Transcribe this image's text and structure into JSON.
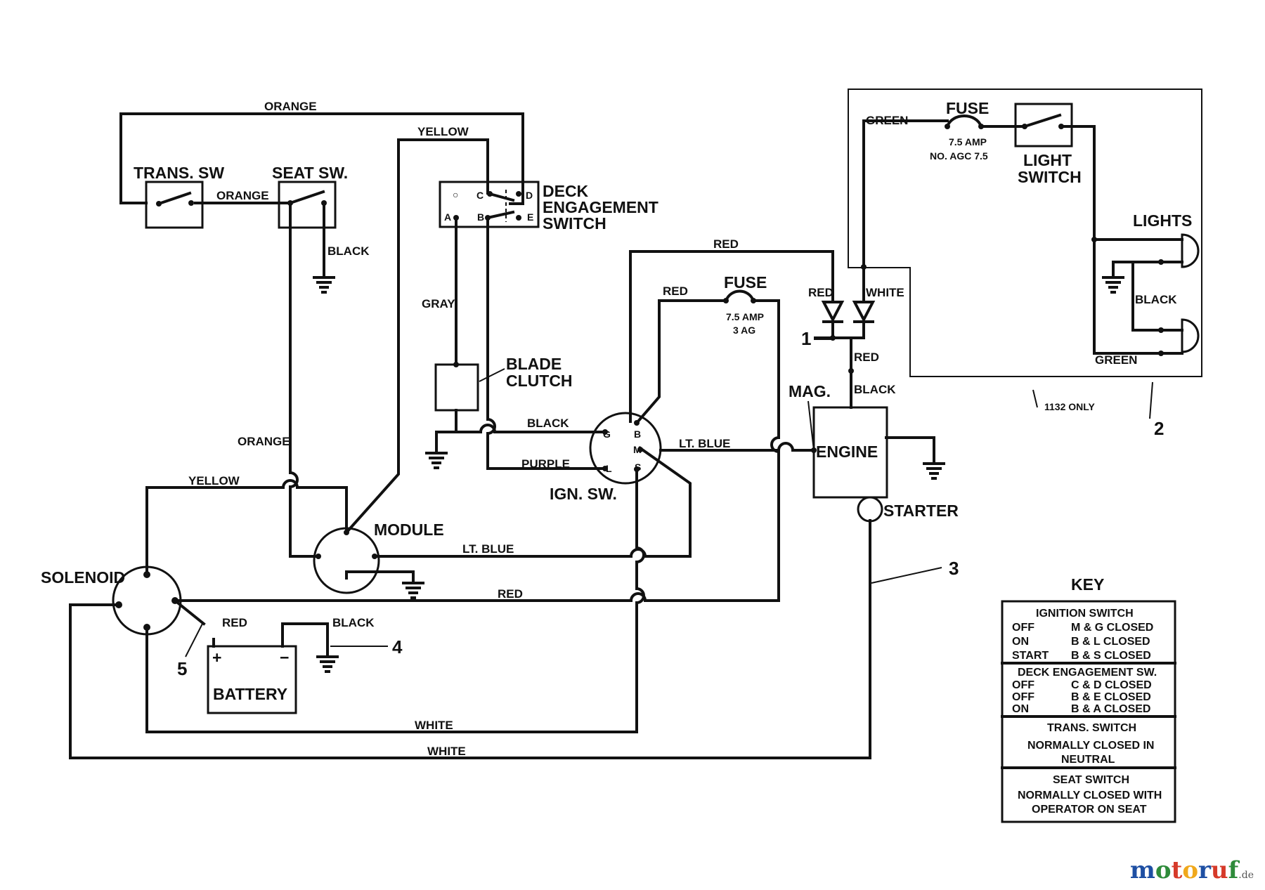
{
  "components": {
    "trans_sw": "TRANS. SW",
    "seat_sw": "SEAT SW.",
    "deck_switch": [
      "DECK",
      "ENGAGEMENT",
      "SWITCH"
    ],
    "blade_clutch": [
      "BLADE",
      "CLUTCH"
    ],
    "module": "MODULE",
    "solenoid": "SOLENOID",
    "battery": "BATTERY",
    "ign_sw": "IGN. SW.",
    "engine": "ENGINE",
    "mag": "MAG.",
    "starter": "STARTER",
    "lights": "LIGHTS",
    "light_switch": [
      "LIGHT",
      "SWITCH"
    ],
    "fuse": "FUSE",
    "fuse_main": [
      "7.5 AMP",
      "3 AG"
    ],
    "fuse_light": [
      "7.5 AMP",
      "NO. AGC 7.5"
    ],
    "only_1132": "1132 ONLY"
  },
  "terminals": {
    "deck": {
      "c": "C",
      "d": "D",
      "a": "A",
      "b": "B",
      "e": "E"
    },
    "ign": {
      "g": "G",
      "b": "B",
      "m": "M",
      "l": "L",
      "s": "S"
    },
    "battery_pos": "+",
    "battery_neg": "−"
  },
  "wires": {
    "orange": "ORANGE",
    "yellow": "YELLOW",
    "black": "BLACK",
    "gray": "GRAY",
    "purple": "PURPLE",
    "red": "RED",
    "white": "WHITE",
    "green": "GREEN",
    "lt_blue": "LT. BLUE"
  },
  "callouts": [
    "1",
    "2",
    "3",
    "4",
    "5"
  ],
  "key": {
    "title": "KEY",
    "sections": [
      {
        "heading": "IGNITION SWITCH",
        "rows": [
          {
            "state": "OFF",
            "desc": "M & G CLOSED"
          },
          {
            "state": "ON",
            "desc": "B & L CLOSED"
          },
          {
            "state": "START",
            "desc": "B & S CLOSED"
          }
        ]
      },
      {
        "heading": "DECK ENGAGEMENT SW.",
        "rows": [
          {
            "state": "OFF",
            "desc": "C & D CLOSED"
          },
          {
            "state": "OFF",
            "desc": "B & E CLOSED"
          },
          {
            "state": "ON",
            "desc": "B & A CLOSED"
          }
        ]
      },
      {
        "heading": "TRANS. SWITCH",
        "notes": [
          "NORMALLY CLOSED IN",
          "NEUTRAL"
        ]
      },
      {
        "heading": "SEAT SWITCH",
        "notes": [
          "NORMALLY CLOSED WITH",
          "OPERATOR ON SEAT"
        ]
      }
    ]
  },
  "watermark": {
    "brand": "motoruf",
    "tld": ".de",
    "colors": [
      "#1e4fa3",
      "#2e8b3a",
      "#d63a2a",
      "#f0a81c",
      "#1e4fa3",
      "#d63a2a",
      "#2e8b3a"
    ]
  }
}
